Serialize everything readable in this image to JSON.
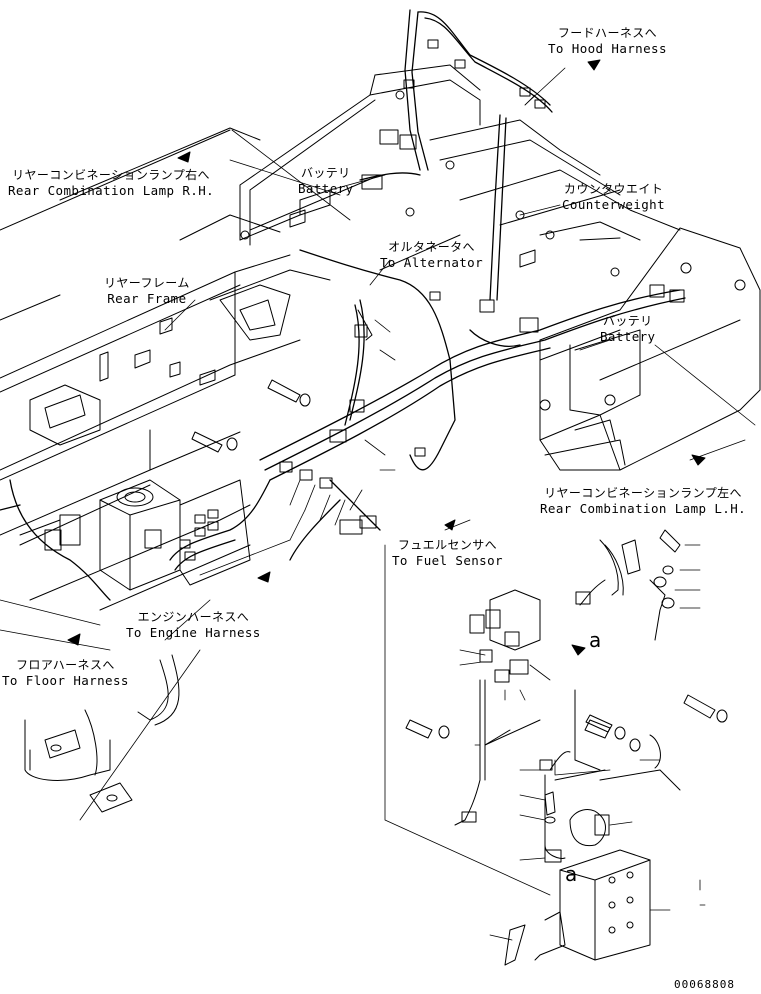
{
  "labels": {
    "hood": {
      "ja": "フードハーネスへ",
      "en": "To Hood Harness"
    },
    "rear_lamp_rh": {
      "ja": "リヤーコンビネーションランプ右へ",
      "en": "Rear Combination Lamp R.H."
    },
    "battery_top": {
      "ja": "バッテリ",
      "en": "Battery"
    },
    "counterweight": {
      "ja": "カウンタウエイト",
      "en": "Counterweight"
    },
    "alternator": {
      "ja": "オルタネータへ",
      "en": "To Alternator"
    },
    "rear_frame": {
      "ja": "リヤーフレーム",
      "en": "Rear Frame"
    },
    "battery_right": {
      "ja": "バッテリ",
      "en": "Battery"
    },
    "rear_lamp_lh": {
      "ja": "リヤーコンビネーションランプ左へ",
      "en": "Rear Combination Lamp L.H."
    },
    "fuel_sensor": {
      "ja": "フュエルセンサへ",
      "en": "To Fuel Sensor"
    },
    "engine_harness": {
      "ja": "エンジンハーネスへ",
      "en": "To Engine Harness"
    },
    "floor_harness": {
      "ja": "フロアハーネスへ",
      "en": "To Floor Harness"
    }
  },
  "detail_marks": {
    "a_upper": "a",
    "a_lower": "a"
  },
  "part_number": "00068808",
  "colors": {
    "ink": "#000000",
    "paper": "#ffffff"
  }
}
